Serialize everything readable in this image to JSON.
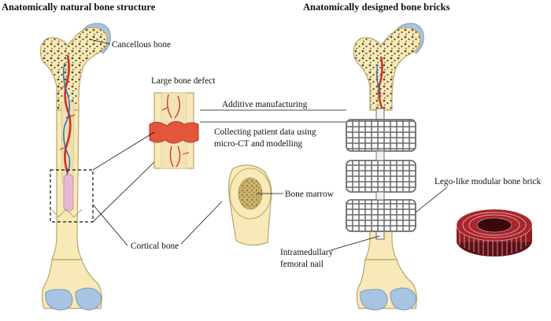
{
  "panels": {
    "left_title": "Anatomically natural bone structure",
    "right_title": "Anatomically designed bone bricks"
  },
  "labels": {
    "cancellous_bone": "Cancellous bone",
    "large_bone_defect": "Large bone defect",
    "additive_manufacturing": "Additive manufacturing",
    "collecting_line1": "Collecting patient data using",
    "collecting_line2": "micro-CT and modelling",
    "bone_marrow": "Bone marrow",
    "cortical_bone": "Cortical bone",
    "nail_line1": "Intramedullary",
    "nail_line2": "femoral nail",
    "lego_brick": "Lego-like modular bone brick"
  },
  "colors": {
    "bone": "#f7eab8",
    "bone_outline": "#b8a56a",
    "trabecular": "#5c4d2c",
    "cartilage": "#a9c4e2",
    "artery": "#cc2f20",
    "vein": "#2f73b8",
    "marrow_canal": "#e9b8d6",
    "scaffold": "#6f6f6f",
    "brick": "#8c1b22"
  }
}
